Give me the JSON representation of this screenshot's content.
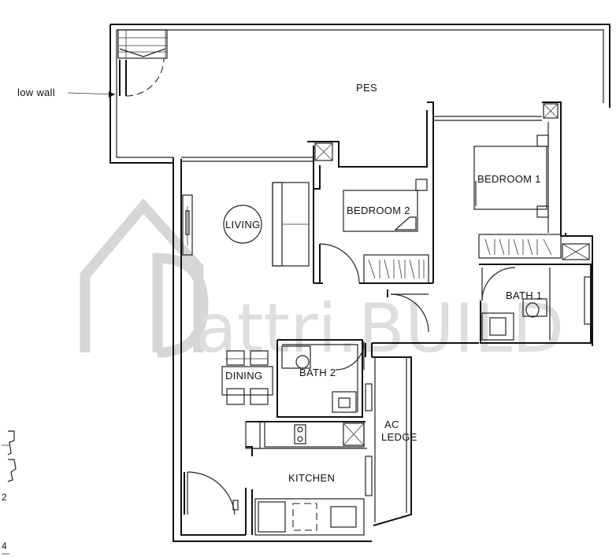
{
  "labels": {
    "pes": "PES",
    "low_wall": "low wall",
    "living": "LIVING",
    "bedroom2": "BEDROOM 2",
    "bedroom1": "BEDROOM 1",
    "bath1": "BATH 1",
    "bath2": "BATH 2",
    "dining": "DINING",
    "kitchen": "KITCHEN",
    "ac_line1": "AC",
    "ac_line2": "LEDGE"
  },
  "watermark": {
    "text": "attri.BUILD"
  },
  "side_marks": {
    "mark_a": "2",
    "mark_b": "4"
  },
  "colors": {
    "wall": "#111111",
    "watermark": "#d6d6d6",
    "background": "#ffffff"
  }
}
